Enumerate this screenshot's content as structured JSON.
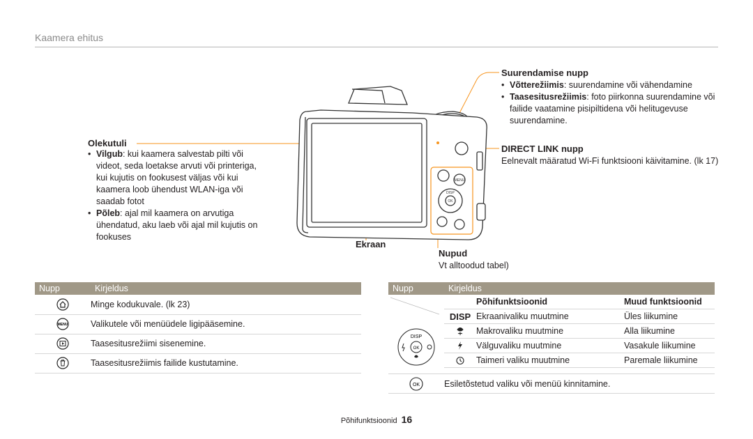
{
  "header": {
    "title": "Kaamera ehitus"
  },
  "left": {
    "title": "Olekutuli",
    "bullets": [
      {
        "term": "Vilgub",
        "text": ": kui kaamera salvestab pilti või videot, seda loetakse arvuti või printeriga, kui kujutis on fookusest väljas või kui kaamera loob ühendust WLAN-iga või saadab fotot"
      },
      {
        "term": "Põleb",
        "text": ": ajal mil kaamera on arvutiga ühendatud, aku laeb või ajal mil kujutis on fookuses"
      }
    ]
  },
  "zoom": {
    "title": "Suurendamise nupp",
    "bullets": [
      {
        "term": "Võtterežiimis",
        "text": ": suurendamine või vähendamine"
      },
      {
        "term": "Taasesitusrežiimis",
        "text": ": foto piirkonna suurendamine või failide vaatamine pisipiltidena või helitugevuse suurendamine."
      }
    ]
  },
  "directlink": {
    "title": "DIRECT LINK nupp",
    "text": "Eelnevalt määratud Wi-Fi funktsiooni käivitamine. (lk 17)"
  },
  "ekraan": {
    "label": "Ekraan"
  },
  "nupud": {
    "title": "Nupud",
    "text": "Vt alltoodud tabel)"
  },
  "table1": {
    "headers": [
      "Nupp",
      "Kirjeldus"
    ],
    "rows": [
      {
        "icon": "home-icon",
        "text": "Minge kodukuvale. (lk 23)"
      },
      {
        "icon": "menu-icon",
        "text": "Valikutele või menüüdele ligipääsemine."
      },
      {
        "icon": "playback-icon",
        "text": "Taasesitusrežiimi sisenemine."
      },
      {
        "icon": "trash-icon",
        "text": "Taasesitusrežiimis failide kustutamine."
      }
    ]
  },
  "table2": {
    "headers": [
      "Nupp",
      "Kirjeldus"
    ],
    "sub_headers": [
      "Põhifunktsioonid",
      "Muud funktsioonid"
    ],
    "dial_labels": {
      "disp": "DISP",
      "ok": "OK"
    },
    "rows": [
      {
        "icon": "disp-icon",
        "icon_text": "DISP",
        "basic": "Ekraanivaliku muutmine",
        "other": "Üles liikumine"
      },
      {
        "icon": "macro-icon",
        "basic": "Makrovaliku muutmine",
        "other": "Alla liikumine"
      },
      {
        "icon": "flash-icon",
        "basic": "Välguvaliku muutmine",
        "other": "Vasakule liikumine"
      },
      {
        "icon": "timer-icon",
        "basic": "Taimeri valiku muutmine",
        "other": "Paremale liikumine"
      }
    ],
    "ok_row": {
      "icon_text": "OK",
      "text": "Esiletõstetud valiku või menüü kinnitamine."
    }
  },
  "footer": {
    "section": "Põhifunktsioonid",
    "page": "16"
  },
  "colors": {
    "accent": "#f7941d",
    "table_header": "#a09887",
    "rule": "#b4b4b4"
  }
}
